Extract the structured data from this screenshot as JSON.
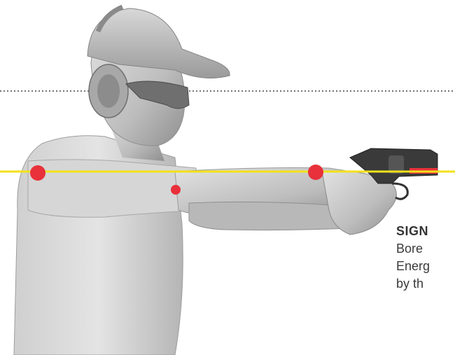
{
  "caption": {
    "heading": "SIGN",
    "lines": [
      "Bore",
      "Energ",
      "by th"
    ]
  },
  "colors": {
    "marker": "#e8313a",
    "bore_line": "#f2e21a",
    "dotted_line": "#444444",
    "figure": "#bcbcbc"
  },
  "icons": {
    "figure": "shooter-figure",
    "markers": "joint-marker-dots"
  }
}
